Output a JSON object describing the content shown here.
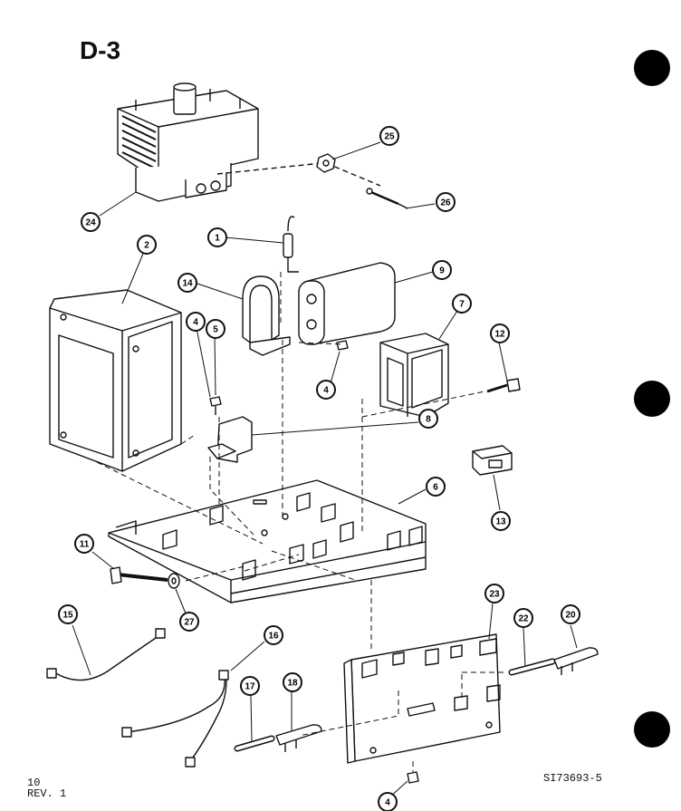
{
  "page": {
    "title": "D-3",
    "page_number": "10",
    "revision": "REV. 1",
    "drawing_number": "SI73693-5"
  },
  "callouts": [
    {
      "id": "magnetron",
      "label": "24"
    },
    {
      "id": "nut",
      "label": "25"
    },
    {
      "id": "pin",
      "label": "26"
    },
    {
      "id": "transformer",
      "label": "2"
    },
    {
      "id": "diode",
      "label": "1"
    },
    {
      "id": "bracket",
      "label": "14"
    },
    {
      "id": "capacitor",
      "label": "9"
    },
    {
      "id": "screw-a",
      "label": "4"
    },
    {
      "id": "screw-b",
      "label": "5"
    },
    {
      "id": "screw-c",
      "label": "4"
    },
    {
      "id": "small-transformer",
      "label": "7"
    },
    {
      "id": "screw-d",
      "label": "12"
    },
    {
      "id": "terminal-block",
      "label": "8"
    },
    {
      "id": "connector",
      "label": "13"
    },
    {
      "id": "base-plate",
      "label": "6"
    },
    {
      "id": "long-screw",
      "label": "11"
    },
    {
      "id": "washer",
      "label": "27"
    },
    {
      "id": "harness-a",
      "label": "15"
    },
    {
      "id": "harness-b",
      "label": "16"
    },
    {
      "id": "pcb",
      "label": "23"
    },
    {
      "id": "fuse-a",
      "label": "22"
    },
    {
      "id": "holder-a",
      "label": "20"
    },
    {
      "id": "fuse-b",
      "label": "17"
    },
    {
      "id": "holder-b",
      "label": "18"
    },
    {
      "id": "screw-e",
      "label": "4"
    }
  ]
}
